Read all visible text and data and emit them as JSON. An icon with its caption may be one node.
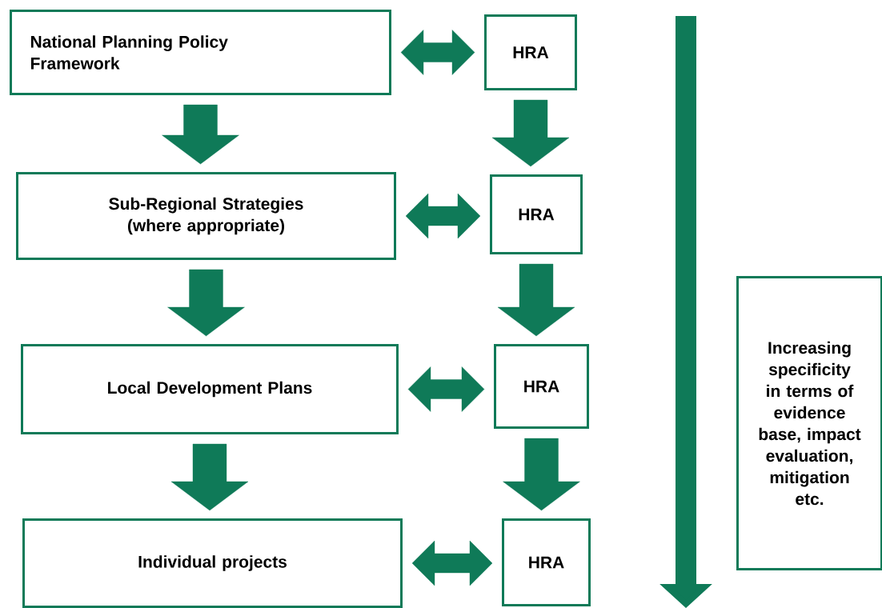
{
  "diagram": {
    "nodes": [
      {
        "text": [
          "National Planning Policy Framework"
        ]
      },
      {
        "text": [
          "HRA"
        ]
      },
      {
        "text": [
          "Sub-Regional Strategies (where appropriate)"
        ]
      },
      {
        "text": [
          "HRA"
        ]
      },
      {
        "text": [
          "Local Development Plans"
        ]
      },
      {
        "text": [
          "HRA"
        ]
      },
      {
        "text": [
          "Individual projects"
        ]
      },
      {
        "text": [
          "HRA"
        ]
      },
      {
        "text": [
          "Increasing specificity in terms of evidence base, impact evaluation, mitigation etc."
        ]
      }
    ],
    "edges": [
      {
        "from": 0,
        "to": 1,
        "arrow": "both"
      },
      {
        "from": 0,
        "to": 2,
        "arrow": "to"
      },
      {
        "from": 1,
        "to": 3,
        "arrow": "to"
      },
      {
        "from": 2,
        "to": 3,
        "arrow": "both"
      },
      {
        "from": 2,
        "to": 4,
        "arrow": "to"
      },
      {
        "from": 3,
        "to": 5,
        "arrow": "to"
      },
      {
        "from": 4,
        "to": 5,
        "arrow": "both"
      },
      {
        "from": 4,
        "to": 6,
        "arrow": "to"
      },
      {
        "from": 5,
        "to": 7,
        "arrow": "to"
      },
      {
        "from": 6,
        "to": 7,
        "arrow": "both"
      }
    ]
  }
}
